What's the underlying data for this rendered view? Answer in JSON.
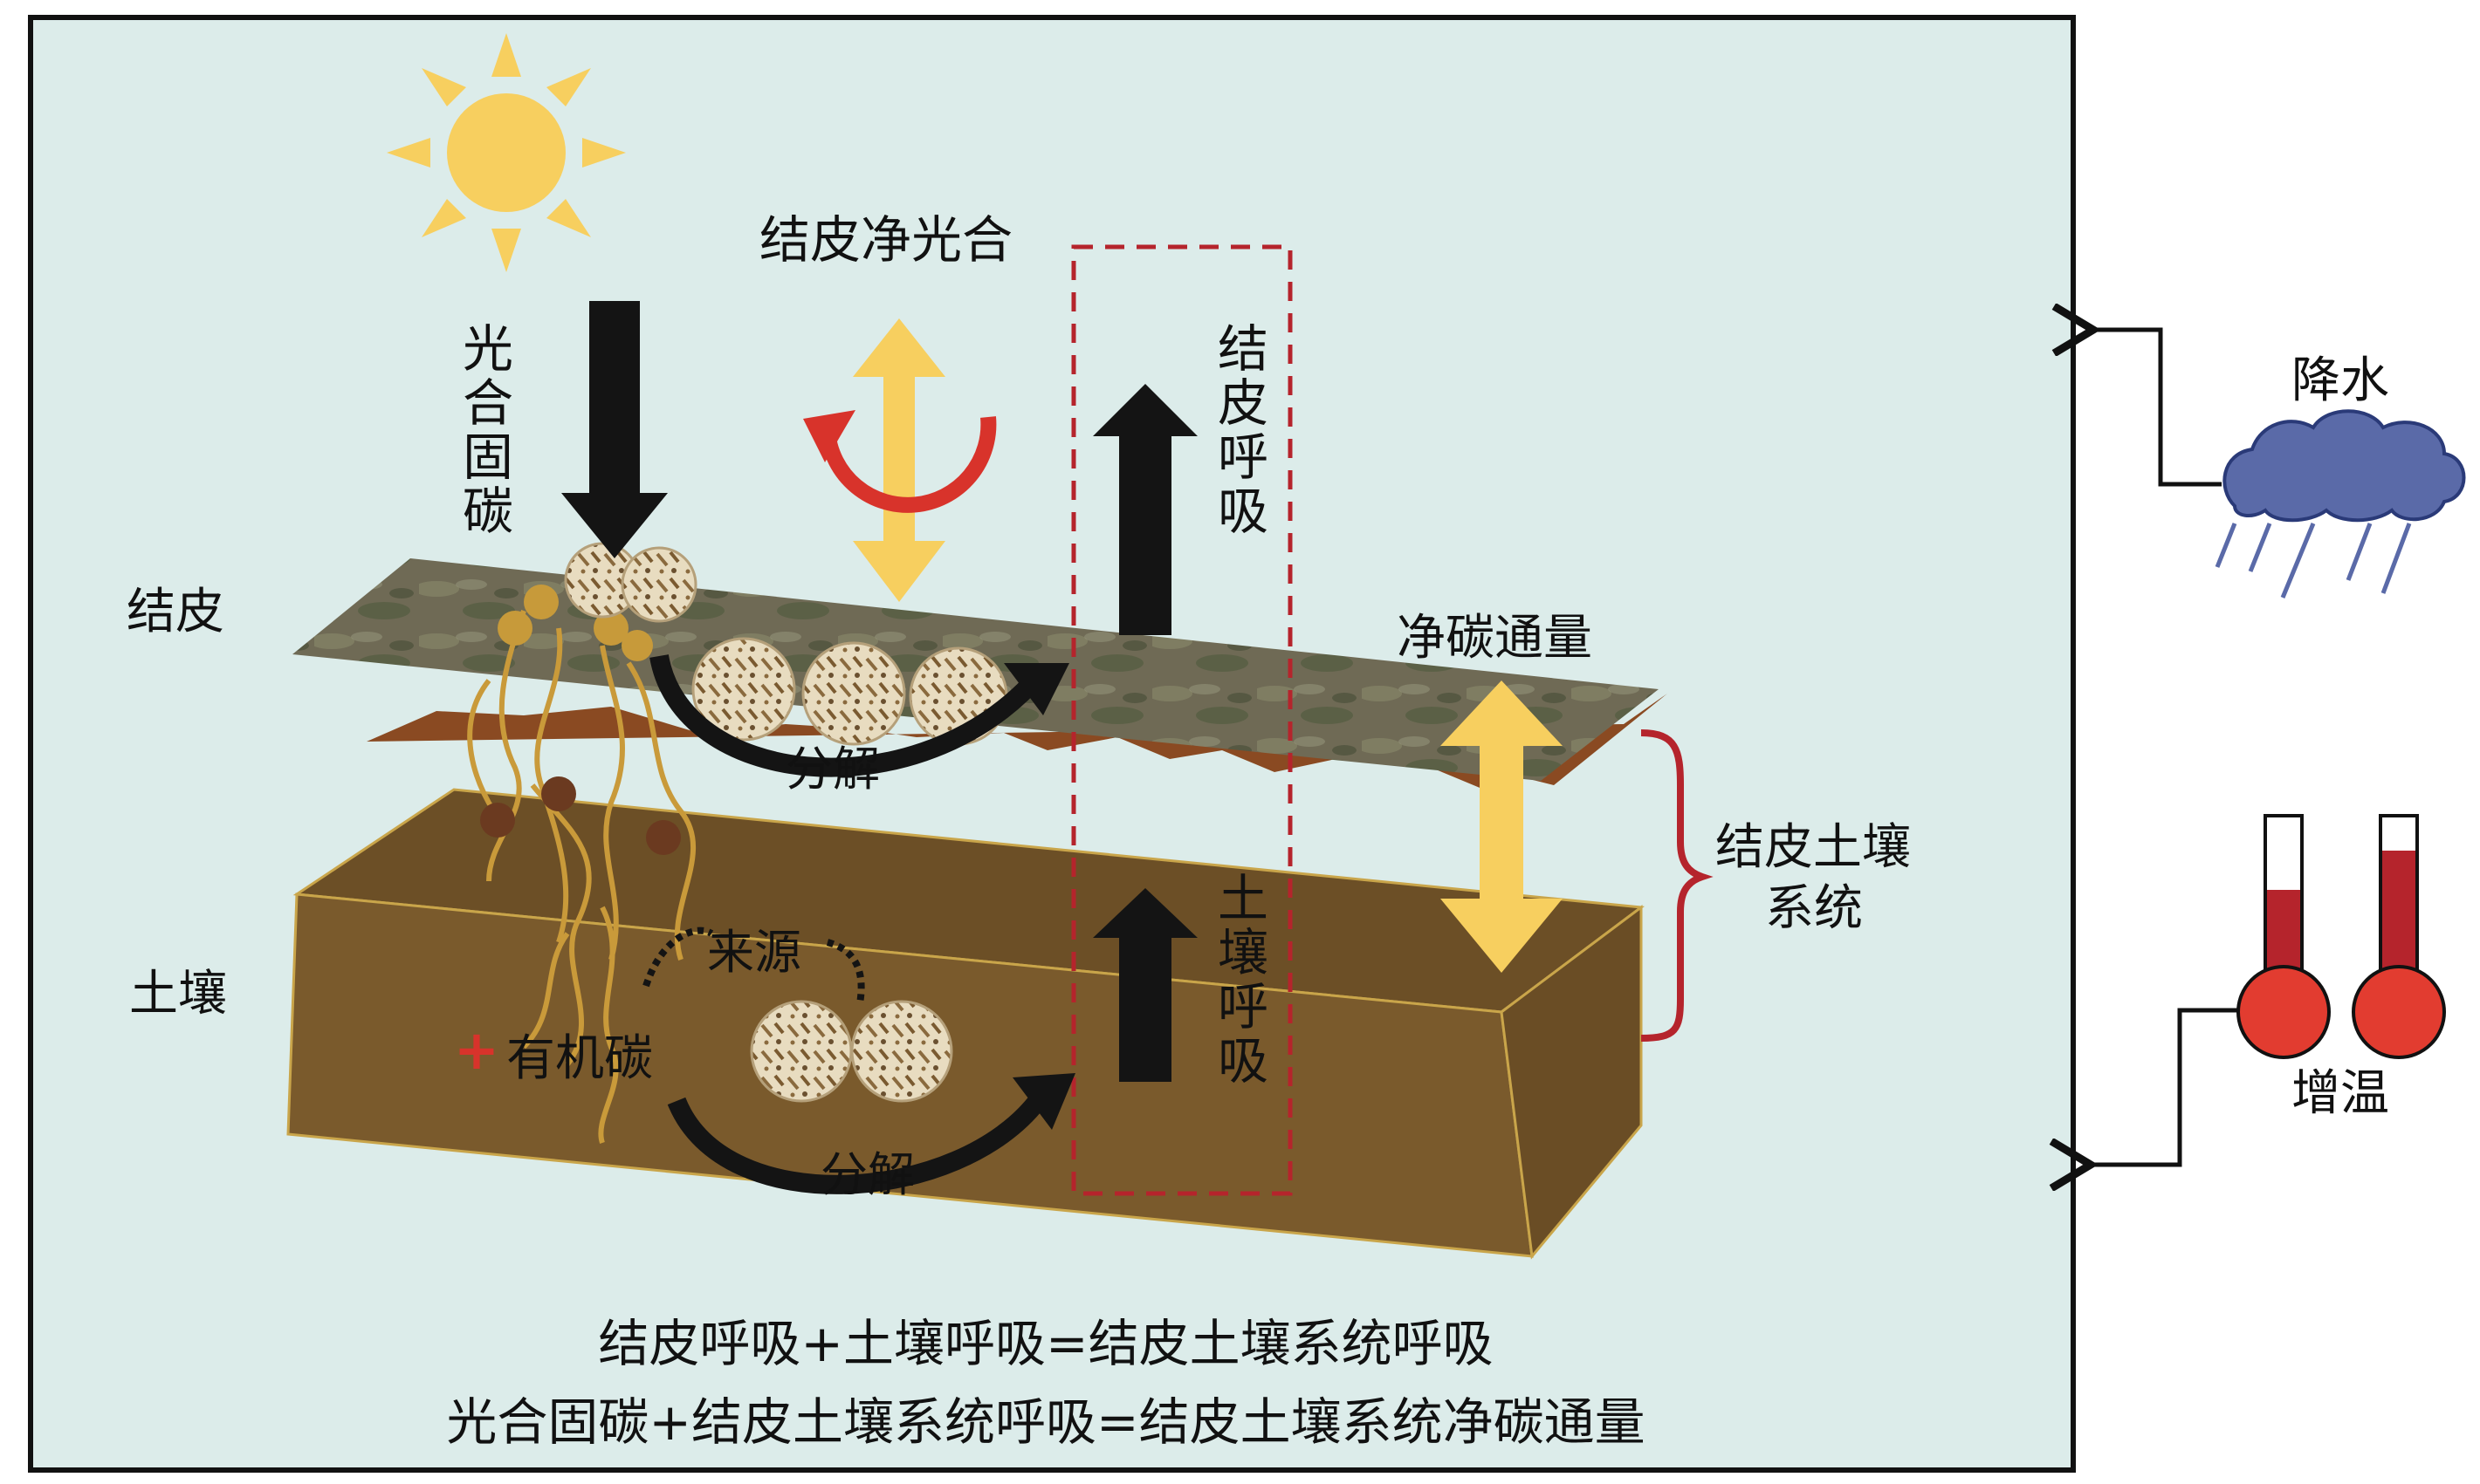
{
  "labels": {
    "crust_net_photosynthesis": "结皮净光合",
    "photosynthetic_fixation": "光合固碳",
    "crust_respiration": "结皮呼吸",
    "crust": "结皮",
    "decomposition_crust": "分解",
    "net_carbon_flux": "净碳通量",
    "crust_soil_system": "结皮土壤系统",
    "soil": "土壤",
    "source": "来源",
    "organic_carbon_plus": "+",
    "organic_carbon": "有机碳",
    "soil_respiration": "土壤呼吸",
    "decomposition_soil": "分解",
    "precipitation": "降水",
    "warming": "增温"
  },
  "equations": [
    "结皮呼吸+土壤呼吸=结皮土壤系统呼吸",
    "光合固碳+结皮土壤系统呼吸=结皮土壤系统净碳通量"
  ],
  "colors": {
    "panel_bg": "#dcecea",
    "soil_front": "#7a5a2c",
    "soil_top": "#6f5128",
    "crust": "#6e6a55",
    "black_arrow": "#141414",
    "yellow_arrow": "#f7cf5f",
    "red_accent": "#d8332b",
    "brace": "#b5242c",
    "cloud": "#5a6aa8",
    "thermometer": "#e23c30"
  }
}
